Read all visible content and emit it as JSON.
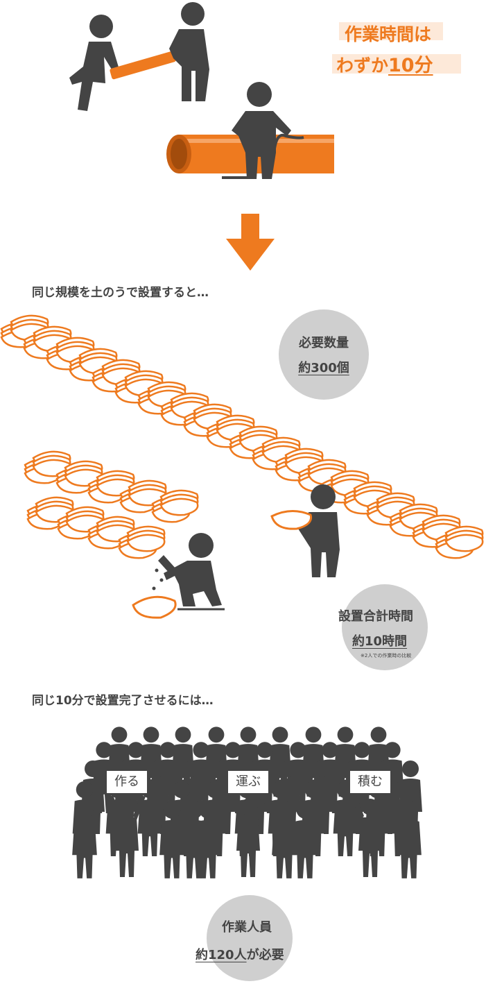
{
  "note": {
    "line1": "作業時間は",
    "line2_prefix": "わずか",
    "line2_value": "10分"
  },
  "sandbag_caption": "同じ規模を土のうで設置すると…",
  "quantity_circle": {
    "title": "必要数量",
    "value": "約300個"
  },
  "time_circle": {
    "title": "設置合計時間",
    "value": "約10時間",
    "footnote": "※2人での作業時の比較"
  },
  "crowd_caption": "同じ10分で設置完了させるには…",
  "signs": [
    "作る",
    "運ぶ",
    "積む"
  ],
  "people_circle": {
    "title": "作業人員",
    "value": "約120人",
    "suffix": "が必要"
  },
  "colors": {
    "accent": "#ee7a1f",
    "figure": "#444444",
    "circle": "#cfcfcf",
    "highlight": "#fde9d9"
  }
}
